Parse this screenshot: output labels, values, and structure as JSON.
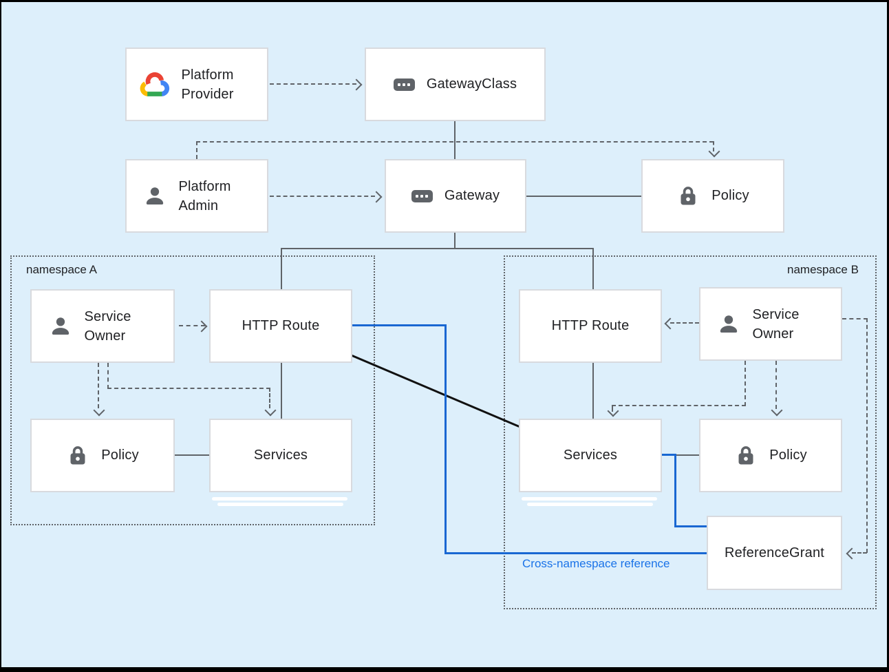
{
  "colors": {
    "background": "#ddeffb",
    "line_gray": "#5f6368",
    "cross_namespace_blue": "#1967d2",
    "cross_namespace_label_blue": "#1a73e8",
    "box_border": "#d8dade",
    "logo_red": "#EA4335",
    "logo_blue": "#4285F4",
    "logo_yellow": "#FBBC04",
    "logo_green": "#34A853"
  },
  "nodes": {
    "platform_provider": {
      "label": "Platform Provider",
      "icon": "google-cloud-logo"
    },
    "gateway_class": {
      "label": "GatewayClass",
      "icon": "resource"
    },
    "platform_admin": {
      "label": "Platform Admin",
      "icon": "person"
    },
    "gateway": {
      "label": "Gateway",
      "icon": "resource"
    },
    "policy_top": {
      "label": "Policy",
      "icon": "lock"
    },
    "service_owner_a": {
      "label": "Service Owner",
      "icon": "person"
    },
    "http_route_a": {
      "label": "HTTP Route"
    },
    "policy_a": {
      "label": "Policy",
      "icon": "lock"
    },
    "services_a": {
      "label": "Services"
    },
    "http_route_b": {
      "label": "HTTP Route"
    },
    "service_owner_b": {
      "label": "Service Owner",
      "icon": "person"
    },
    "services_b": {
      "label": "Services"
    },
    "policy_b": {
      "label": "Policy",
      "icon": "lock"
    },
    "reference_grant": {
      "label": "ReferenceGrant"
    }
  },
  "groups": {
    "namespace_a": {
      "label": "namespace A"
    },
    "namespace_b": {
      "label": "namespace B"
    }
  },
  "annotations": {
    "cross_namespace_reference": {
      "label": "Cross-namespace reference"
    }
  }
}
